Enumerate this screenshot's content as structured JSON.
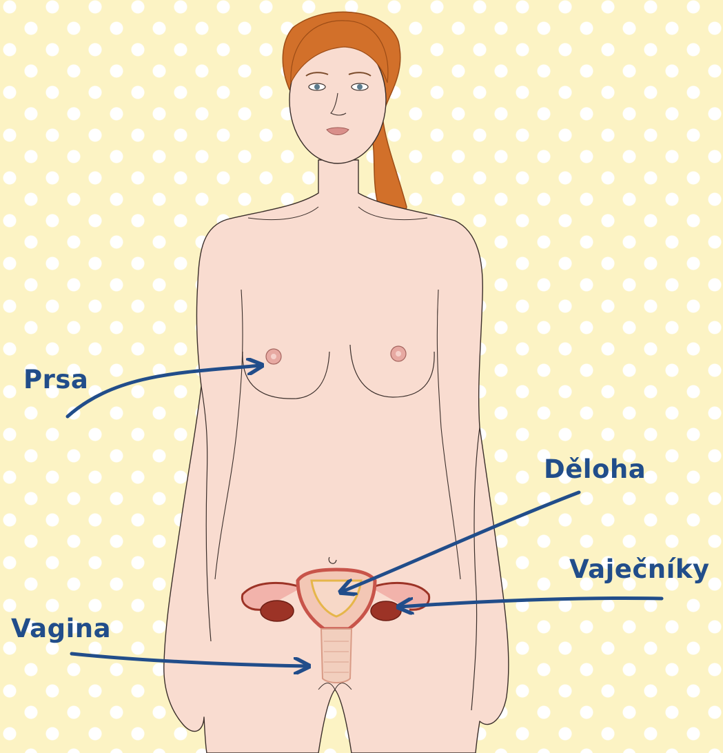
{
  "labels": {
    "prsa": "Prsa",
    "deloha": "Děloha",
    "vajecniky": "Vaječníky",
    "vagina": "Vagina"
  },
  "colors": {
    "background": "#fcf3c4",
    "dots": "#ffffff",
    "skin": "#f9dcd0",
    "hair": "#d2702a",
    "outline": "#3a2e2a",
    "label_text": "#214d8a",
    "arrow": "#214d8a",
    "uterus": "#e8a9a0",
    "ovary": "#9c3326"
  }
}
